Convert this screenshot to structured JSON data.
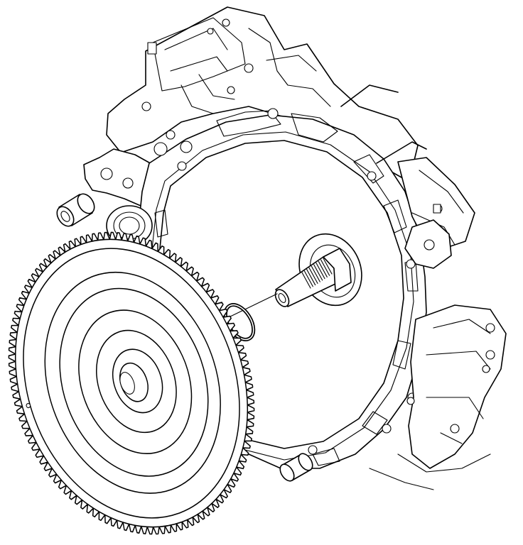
{
  "diagram": {
    "view": "exploded",
    "parts": [
      {
        "id": "transmission-housing",
        "icon": "transmission-housing-icon"
      },
      {
        "id": "input-shaft",
        "icon": "splined-shaft-icon"
      },
      {
        "id": "o-ring",
        "icon": "o-ring-icon"
      },
      {
        "id": "flywheel",
        "icon": "flywheel-ring-gear-icon"
      },
      {
        "id": "dowel-pin-upper",
        "icon": "dowel-pin-icon"
      },
      {
        "id": "dowel-pin-lower",
        "icon": "dowel-pin-icon"
      }
    ],
    "flywheel_teeth": 120,
    "shaft_splines": 10
  },
  "colors": {
    "line": "#000000",
    "fill": "#ffffff"
  }
}
